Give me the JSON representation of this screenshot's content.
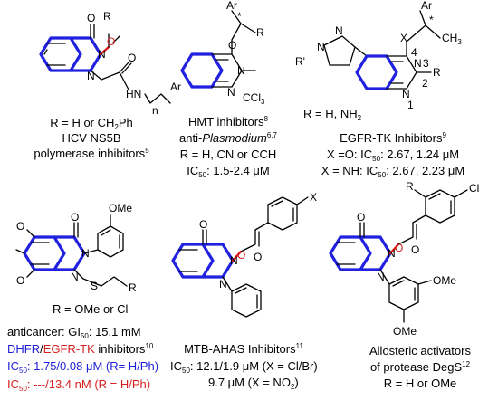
{
  "compounds": [
    {
      "substituent": "R = H or CH",
      "substituent_sub": "2",
      "substituent_tail": "Ph",
      "name_line1": "HCV NS5B",
      "name_line2": "polymerase inhibitors",
      "ref": "5",
      "atoms": {
        "R": "R",
        "O1": "O",
        "O2": "O",
        "N1": "N",
        "N2": "N",
        "O3": "O",
        "HN": "HN",
        "Ar": "Ar",
        "n": "n"
      }
    },
    {
      "name_a": "HMT inhibitors",
      "ref_a": "8",
      "name_b_prefix": "anti-",
      "name_b_italic": "Plasmodium",
      "ref_b": "6,7",
      "substituent": "R = H, CN or CCH",
      "ic50_label": "IC",
      "ic50_sub": "50",
      "ic50_value": ": 1.5-2.4 μM",
      "atoms": {
        "Ar": "Ar",
        "star": "*",
        "R": "R",
        "O": "O",
        "N1": "N",
        "N2": "N",
        "CCl": "CCl",
        "CCl_sub": "3"
      }
    },
    {
      "substituent": "R = H, NH",
      "substituent_sub": "2",
      "name": "EGFR-TK Inhibitors",
      "ref": "9",
      "line1_label": "X =O: IC",
      "line1_sub": "50",
      "line1_value": ": 2.67, 1.24 μM",
      "line2_label": "X = NH: IC",
      "line2_sub": "50",
      "line2_value": ": 2.67, 2.23 μM",
      "atoms": {
        "Ar": "Ar",
        "star": "*",
        "CH": "CH",
        "CH_sub": "3",
        "X": "X",
        "R1": "R'",
        "N1": "N",
        "N2": "N",
        "N3": "N",
        "N4": "N",
        "R": "R",
        "num4": "4",
        "num3": "3",
        "num2": "2",
        "num1": "1"
      }
    },
    {
      "substituent": "R = OMe or Cl",
      "activity_label": "anticancer: GI",
      "activity_sub": "50",
      "activity_value": ": 15.1 mM",
      "target_blue": "DHFR",
      "target_sep": "/",
      "target_red": "EGFR-TK",
      "target_tail": " inhibitors",
      "ref": "10",
      "ic_blue_label": "IC",
      "ic_blue_sub": "50",
      "ic_blue_value": ": 1.75/0.08 μM (R= H/Ph)",
      "ic_red_label": "IC",
      "ic_red_sub": "50",
      "ic_red_value": ": ---/13.4 nM (R = H/Ph)",
      "atoms": {
        "OMe": "OMe",
        "O1": "O",
        "O2": "O",
        "O3": "O",
        "N1": "N",
        "N2": "N",
        "S": "S",
        "R": "R"
      }
    },
    {
      "name": "MTB-AHAS Inhibitors",
      "ref": "11",
      "line1_label": "IC",
      "line1_sub": "50",
      "line1_value": ": 12.1/1.9 μM (X = Cl/Br)",
      "line2_value": "9.7 μM (X = NO",
      "line2_sub": "2",
      "line2_tail": ")",
      "atoms": {
        "X": "X",
        "O1": "O",
        "O2": "O",
        "O3": "O",
        "N1": "N",
        "N2": "N"
      }
    },
    {
      "name_line1": "Allosteric activators",
      "name_line2": "of protease DegS",
      "ref": "12",
      "substituent": "R = H or OMe",
      "atoms": {
        "R": "R",
        "Cl": "Cl",
        "O1": "O",
        "O2": "O",
        "O3": "O",
        "N1": "N",
        "N2": "N",
        "OMe1": "OMe",
        "OMe2": "OMe"
      }
    }
  ],
  "colors": {
    "ring_blue": "#2121e0",
    "bond_red": "#e01818",
    "text_blue": "#1f1fd6",
    "text_red": "#d62020"
  }
}
